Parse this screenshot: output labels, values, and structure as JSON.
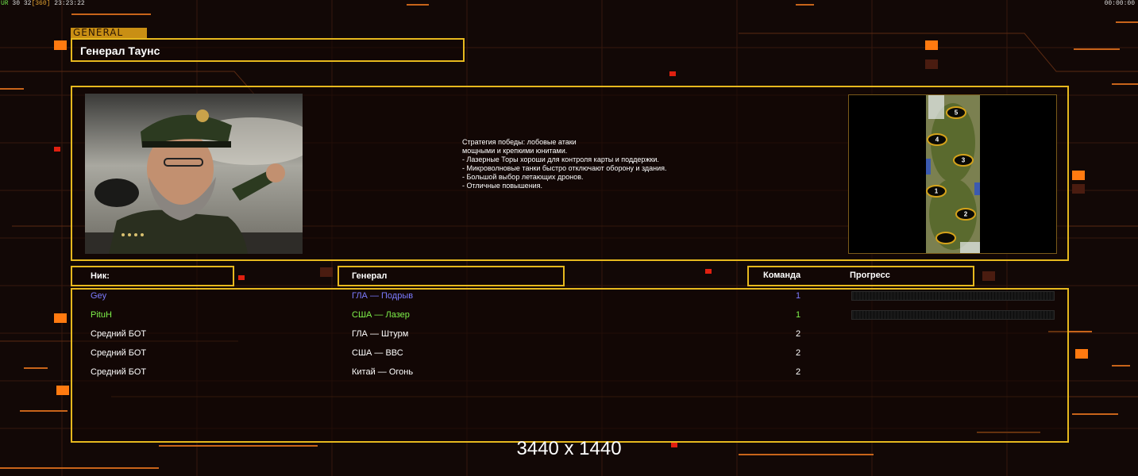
{
  "hud": {
    "left_a": "UR",
    "left_b": "30 32",
    "left_c": "[360]",
    "left_time": "23:23:22",
    "right_time": "00:00:00"
  },
  "general": {
    "tag": "GENERAL",
    "name": "Генерал Таунс"
  },
  "strategy": {
    "lines": [
      "Стратегия победы: лобовые атаки",
      "мощными и крепкими юнитами.",
      "",
      "- Лазерные Торы хороши для контроля карты и поддержки.",
      "- Микроволновые танки быстро отключают оборону и здания.",
      "",
      "- Большой выбор летающих дронов.",
      "- Отличные повышения."
    ]
  },
  "minimap": {
    "slots": [
      "5",
      "4",
      "3",
      "1",
      "2",
      ""
    ]
  },
  "table": {
    "headers": {
      "nick": "Ник:",
      "general": "Генерал",
      "team": "Команда",
      "progress": "Прогресс"
    },
    "rows": [
      {
        "nick": "Gey",
        "general": "ГЛА — Подрыв",
        "team": "1",
        "color": "#7b7bff",
        "progress": 0
      },
      {
        "nick": "PituH",
        "general": "США — Лазер",
        "team": "1",
        "color": "#7ef24a",
        "progress": 0
      },
      {
        "nick": "Средний БОТ",
        "general": "ГЛА — Штурм",
        "team": "2",
        "color": "#ffffff"
      },
      {
        "nick": "Средний БОТ",
        "general": "США — ВВС",
        "team": "2",
        "color": "#ffffff"
      },
      {
        "nick": "Средний БОТ",
        "general": "Китай — Огонь",
        "team": "2",
        "color": "#ffffff"
      }
    ]
  },
  "resolution": "3440 x 1440",
  "colors": {
    "frame": "#e6b81e",
    "accent_orange": "#ff7a10",
    "accent_red": "#e02010"
  }
}
